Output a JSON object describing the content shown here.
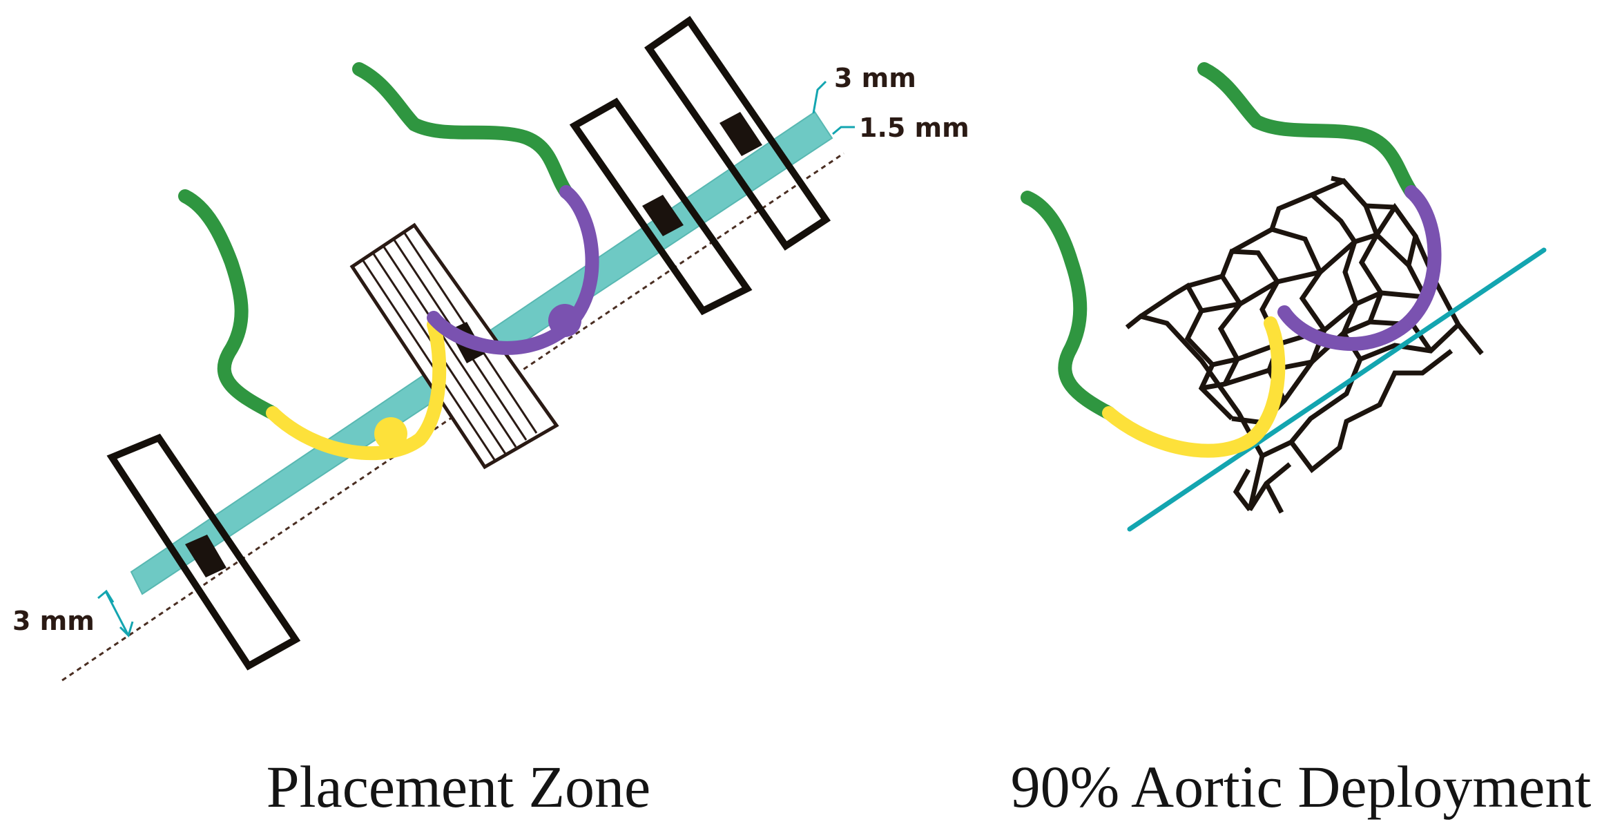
{
  "panels": {
    "left": {
      "caption": "Placement Zone",
      "labels": {
        "top_outer": "3 mm",
        "top_inner": "1.5 mm",
        "bottom_offset": "3 mm"
      }
    },
    "right": {
      "caption": "90% Aortic Deployment"
    }
  },
  "colors": {
    "cusp_green": "#2f9640",
    "cusp_yellow": "#fde13a",
    "cusp_purple": "#7a52b0",
    "zone_teal": "#6ec9c4",
    "guide_line": "#13a5b0",
    "frame": "#140f0a",
    "dotted_line": "#4a2e22"
  }
}
